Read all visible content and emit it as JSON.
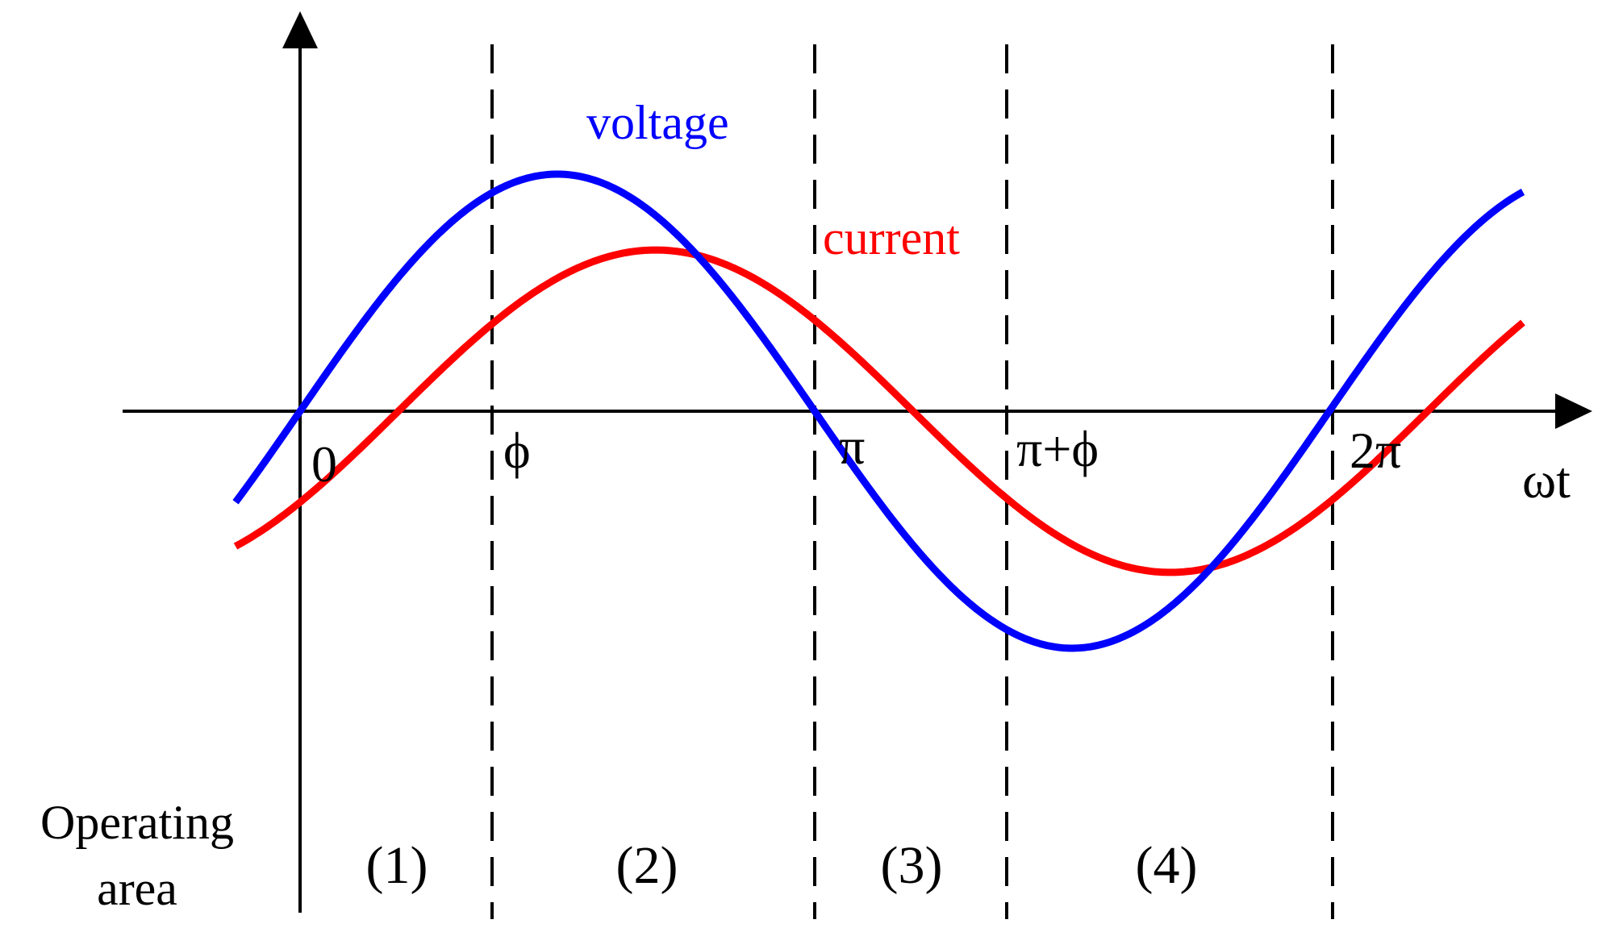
{
  "labels": {
    "voltage": "voltage",
    "current": "current",
    "x_axis": "ωt",
    "ticks": {
      "zero": "0",
      "phi": "ϕ",
      "pi": "π",
      "pi_plus_phi": "π+ϕ",
      "two_pi": "2π"
    },
    "operating_area_line1": "Operating",
    "operating_area_line2": "area",
    "regions": [
      "(1)",
      "(2)",
      "(3)",
      "(4)"
    ]
  },
  "colors": {
    "voltage": "#0000ff",
    "current": "#ff0000",
    "axis": "#000000"
  },
  "chart_data": {
    "type": "line",
    "series": [
      {
        "name": "voltage",
        "function": "sin(ωt)",
        "amplitude": 1,
        "phase_shift": 0
      },
      {
        "name": "current",
        "function": "sin(ωt − ϕ)",
        "amplitude": 0.68,
        "phase_shift": 0.6
      }
    ],
    "dividers": [
      "ϕ",
      "π",
      "π+ϕ",
      "2π"
    ],
    "regions": [
      "(1)",
      "(2)",
      "(3)",
      "(4)"
    ]
  }
}
